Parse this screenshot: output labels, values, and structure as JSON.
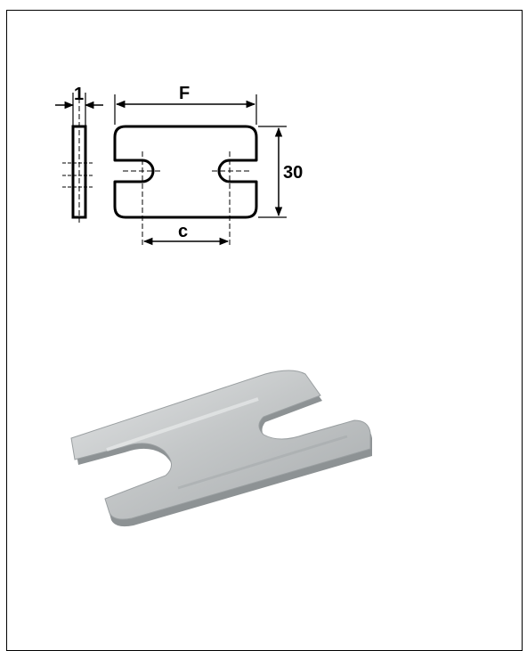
{
  "drawing": {
    "dim_thickness": "1",
    "dim_length": "F",
    "dim_height": "30",
    "dim_slot_distance": "c"
  },
  "colors": {
    "line": "#000000",
    "metal_light": "#d6d9da",
    "metal_mid": "#b3b7b9",
    "metal_dark": "#7d8284"
  }
}
